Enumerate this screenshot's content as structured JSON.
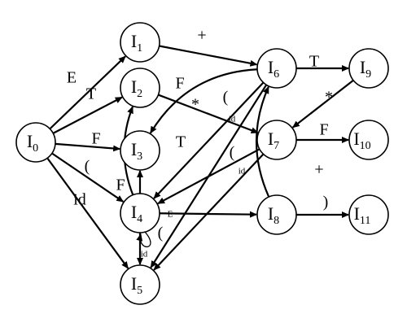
{
  "states": [
    {
      "id": "I0",
      "letter": "I",
      "sub": "0"
    },
    {
      "id": "I1",
      "letter": "I",
      "sub": "1"
    },
    {
      "id": "I2",
      "letter": "I",
      "sub": "2"
    },
    {
      "id": "I3",
      "letter": "I",
      "sub": "3"
    },
    {
      "id": "I4",
      "letter": "I",
      "sub": "4"
    },
    {
      "id": "I5",
      "letter": "I",
      "sub": "5"
    },
    {
      "id": "I6",
      "letter": "I",
      "sub": "6"
    },
    {
      "id": "I7",
      "letter": "I",
      "sub": "7"
    },
    {
      "id": "I8",
      "letter": "I",
      "sub": "8"
    },
    {
      "id": "I9",
      "letter": "I",
      "sub": "9"
    },
    {
      "id": "I10",
      "letter": "I",
      "sub": "10"
    },
    {
      "id": "I11",
      "letter": "I",
      "sub": "11"
    }
  ],
  "transitions": [
    {
      "from": "I0",
      "to": "I1",
      "label": "E"
    },
    {
      "from": "I0",
      "to": "I2",
      "label": "T"
    },
    {
      "from": "I0",
      "to": "I3",
      "label": "F"
    },
    {
      "from": "I0",
      "to": "I4",
      "label": "("
    },
    {
      "from": "I0",
      "to": "I5",
      "label": "id"
    },
    {
      "from": "I1",
      "to": "I6",
      "label": "+"
    },
    {
      "from": "I2",
      "to": "I7",
      "label": "*"
    },
    {
      "from": "I4",
      "to": "I3",
      "label": "F"
    },
    {
      "from": "I4",
      "to": "I2",
      "label": "T"
    },
    {
      "from": "I4",
      "to": "I8",
      "label": "E"
    },
    {
      "from": "I4",
      "to": "I4",
      "label": "("
    },
    {
      "from": "I4",
      "to": "I5",
      "label": "id"
    },
    {
      "from": "I6",
      "to": "I9",
      "label": "T"
    },
    {
      "from": "I6",
      "to": "I3",
      "label": "F"
    },
    {
      "from": "I6",
      "to": "I4",
      "label": "("
    },
    {
      "from": "I6",
      "to": "I5",
      "label": "id"
    },
    {
      "from": "I7",
      "to": "I10",
      "label": "F"
    },
    {
      "from": "I7",
      "to": "I4",
      "label": "("
    },
    {
      "from": "I7",
      "to": "I5",
      "label": "id"
    },
    {
      "from": "I8",
      "to": "I11",
      "label": ")"
    },
    {
      "from": "I8",
      "to": "I6",
      "label": "+"
    },
    {
      "from": "I9",
      "to": "I7",
      "label": "*"
    }
  ]
}
